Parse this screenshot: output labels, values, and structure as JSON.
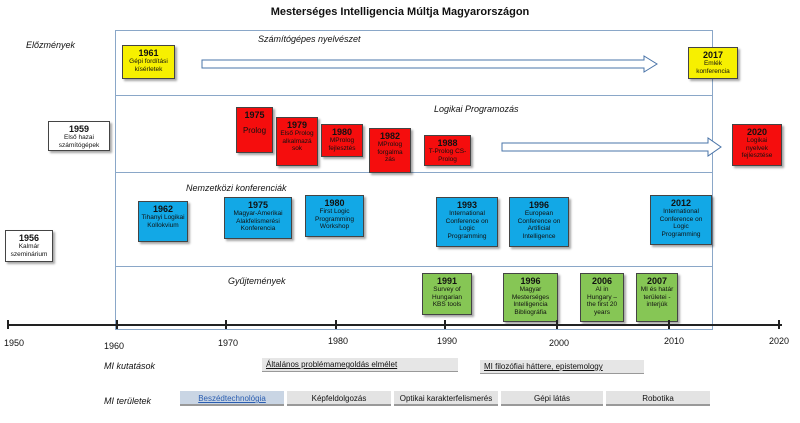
{
  "title": "Mesterséges Intelligencia Múltja Magyarországon",
  "sections": {
    "elozmenyek": "Előzmények",
    "szamitogepes": "Számítógépes nyelvészet",
    "logikai": "Logikai Programozás",
    "konferenciak": "Nemzetközi konferenciák",
    "gyujtemenyek": "Gyűjtemények"
  },
  "boxes": {
    "b1956": {
      "year": "1956",
      "text": "Kalmár szeminárium"
    },
    "b1959": {
      "year": "1959",
      "text": "Első hazai számítógépek"
    },
    "b1961": {
      "year": "1961",
      "text": "Gépi fordítási kísérletek"
    },
    "b2017": {
      "year": "2017",
      "text": "Emlék konferencia"
    },
    "b1975r": {
      "year": "1975",
      "text": "Prolog"
    },
    "b1979": {
      "year": "1979",
      "text": "Első Prolog alkalmazá sok"
    },
    "b1980r": {
      "year": "1980",
      "text": "MProlog fejlesztés"
    },
    "b1982": {
      "year": "1982",
      "text": "MProlog forgalma zás"
    },
    "b1988": {
      "year": "1988",
      "text": "T-Prolog CS-Prolog"
    },
    "b2020": {
      "year": "2020",
      "text": "Logikai nyelvek fejlesztése"
    },
    "b1962": {
      "year": "1962",
      "text": "Tihanyi Logikai Kollokvium"
    },
    "b1975b": {
      "year": "1975",
      "text": "Magyar-Amerikai Alakfelismerési Konferencia"
    },
    "b1980b": {
      "year": "1980",
      "text": "First Logic Programming Workshop"
    },
    "b1993": {
      "year": "1993",
      "text": "International Conference on Logic Programming"
    },
    "b1996b": {
      "year": "1996",
      "text": "European Conference on Artificial Intelligence"
    },
    "b2012": {
      "year": "2012",
      "text": "International Conference on Logic Programming"
    },
    "b1991": {
      "year": "1991",
      "text": "Survey of Hungarian KBS tools"
    },
    "b1996g": {
      "year": "1996",
      "text": "Magyar Mesterséges Intelligencia Bibliográfia"
    },
    "b2006": {
      "year": "2006",
      "text": "AI in Hungary – the first 20 years"
    },
    "b2007": {
      "year": "2007",
      "text": "MI és határ területei - interjúk"
    }
  },
  "axis": {
    "ticks": [
      "1950",
      "1960",
      "1970",
      "1980",
      "1990",
      "2000",
      "2010",
      "2020"
    ]
  },
  "research": {
    "label": "MI kutatások",
    "items": [
      "Általános problémamegoldás elmélet",
      "MI filozófiai háttere, epistemology"
    ]
  },
  "areas": {
    "label": "MI területek",
    "items": [
      "Beszédtechnológia",
      "Képfeldolgozás",
      "Optikai karakterfelismerés",
      "Gépi látás",
      "Robotika"
    ]
  },
  "colors": {
    "yellow": "#f7f000",
    "red": "#f50d0d",
    "blue": "#12a8e6",
    "green": "#86c655",
    "frame": "#8aa7c8"
  }
}
